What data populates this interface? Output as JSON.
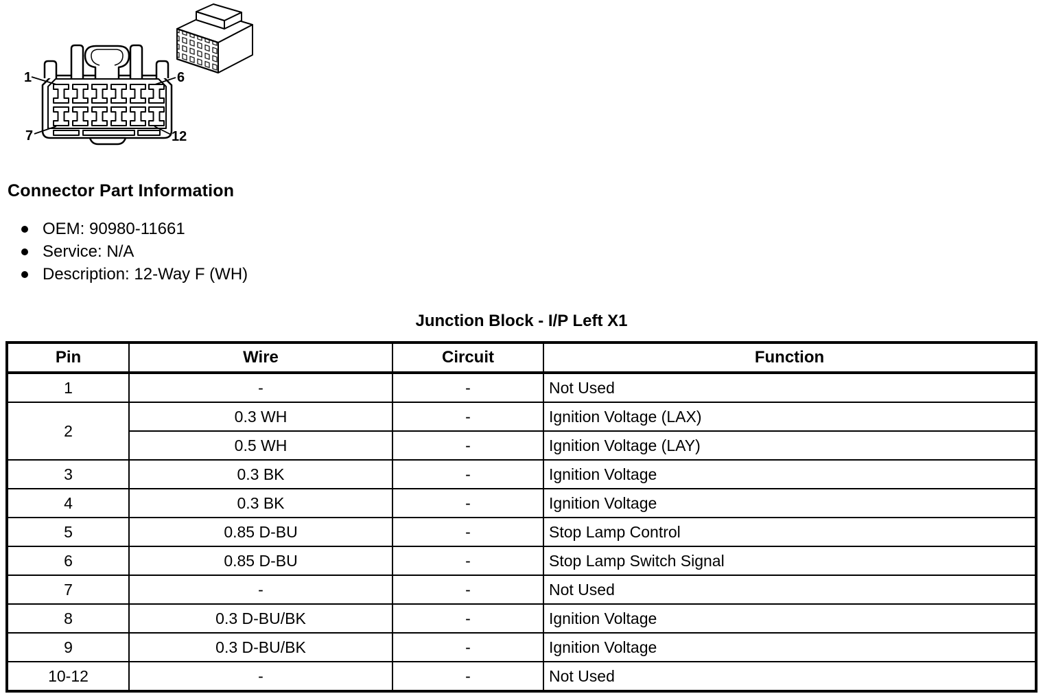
{
  "colors": {
    "ink": "#000000",
    "paper": "#ffffff"
  },
  "connector": {
    "heading": "Connector Part Information",
    "details": [
      "OEM: 90980-11661",
      "Service: N/A",
      "Description: 12-Way F (WH)"
    ],
    "diagram": {
      "pin_labels": {
        "top_left": "1",
        "top_right": "6",
        "bottom_left": "7",
        "bottom_right": "12"
      }
    }
  },
  "table": {
    "title": "Junction Block - I/P Left X1",
    "columns": [
      "Pin",
      "Wire",
      "Circuit",
      "Function"
    ],
    "rows": [
      {
        "pin": "1",
        "wire": "-",
        "circuit": "-",
        "function": "Not Used"
      },
      {
        "pin": "2",
        "wire": "0.3 WH",
        "circuit": "-",
        "function": "Ignition Voltage (LAX)"
      },
      {
        "wire": "0.5 WH",
        "circuit": "-",
        "function": "Ignition Voltage (LAY)"
      },
      {
        "pin": "3",
        "wire": "0.3 BK",
        "circuit": "-",
        "function": "Ignition Voltage"
      },
      {
        "pin": "4",
        "wire": "0.3 BK",
        "circuit": "-",
        "function": "Ignition Voltage"
      },
      {
        "pin": "5",
        "wire": "0.85 D-BU",
        "circuit": "-",
        "function": "Stop Lamp Control"
      },
      {
        "pin": "6",
        "wire": "0.85 D-BU",
        "circuit": "-",
        "function": "Stop Lamp Switch Signal"
      },
      {
        "pin": "7",
        "wire": "-",
        "circuit": "-",
        "function": "Not Used"
      },
      {
        "pin": "8",
        "wire": "0.3 D-BU/BK",
        "circuit": "-",
        "function": "Ignition Voltage"
      },
      {
        "pin": "9",
        "wire": "0.3 D-BU/BK",
        "circuit": "-",
        "function": "Ignition Voltage"
      },
      {
        "pin": "10-12",
        "wire": "-",
        "circuit": "-",
        "function": "Not Used"
      }
    ]
  }
}
